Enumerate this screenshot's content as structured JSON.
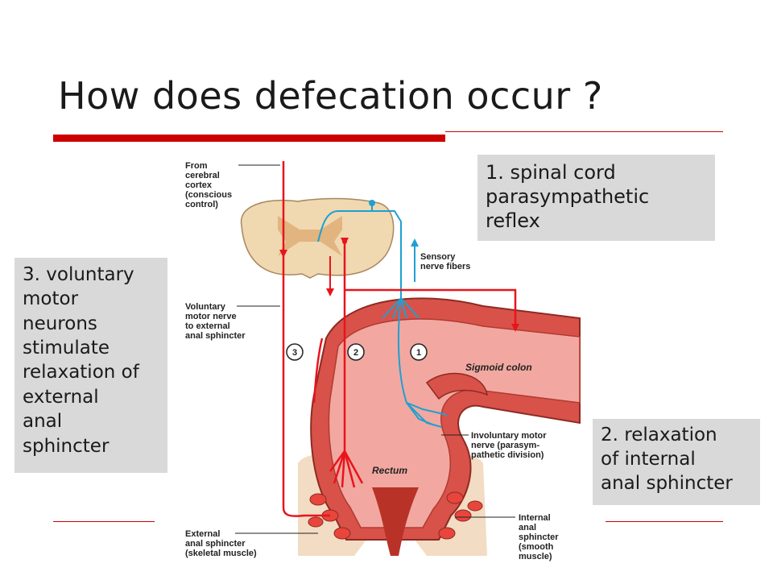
{
  "slide": {
    "title": "How does defecation occur ?"
  },
  "callouts": {
    "spinal": [
      "1. spinal cord",
      "parasympathetic",
      "reflex"
    ],
    "voluntary": [
      "3. voluntary",
      "motor",
      "neurons",
      "stimulate",
      "relaxation of",
      "external",
      "anal",
      "sphincter"
    ],
    "internal": [
      "2. relaxation",
      "of internal",
      "anal sphincter"
    ]
  },
  "diagram": {
    "labels": {
      "from_cortex": [
        "From",
        "cerebral",
        "cortex",
        "(conscious",
        "control)"
      ],
      "sensory": [
        "Sensory",
        "nerve fibers"
      ],
      "voluntary_nerve": [
        "Voluntary",
        "motor nerve",
        "to external",
        "anal sphincter"
      ],
      "sigmoid": "Sigmoid colon",
      "involuntary_nerve": [
        "Involuntary motor",
        "nerve (parasym-",
        "pathetic division)"
      ],
      "rectum": "Rectum",
      "internal_sphincter": [
        "Internal",
        "anal",
        "sphincter",
        "(smooth",
        "muscle)"
      ],
      "external_sphincter": [
        "External",
        "anal sphincter",
        "(skeletal muscle)"
      ]
    },
    "markers": [
      "3",
      "2",
      "1"
    ]
  },
  "colors": {
    "accent": "#cc0000",
    "callout_bg": "#d9d9d9",
    "motor_nerve": "#e8141c",
    "sensory_nerve": "#1ea0d2",
    "colon_wall": "#d8524a",
    "lumen": "#f2a8a0",
    "spinal_cord": "#f0d8b0"
  }
}
